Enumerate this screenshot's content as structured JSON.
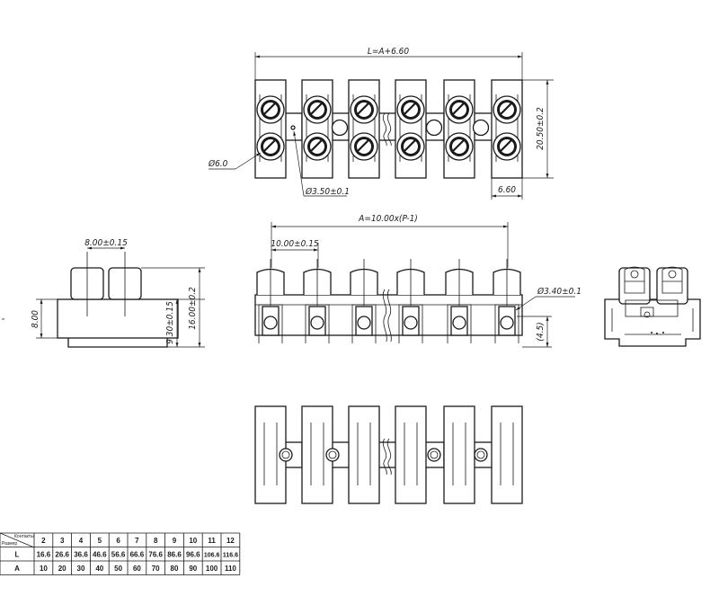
{
  "dimensions": {
    "overall_length": "L=A+6.60",
    "height_top": "20.50±0.2",
    "pitch_end": "6.60",
    "head_dia": "Ø6.0",
    "hole_dia": "Ø3.50±0.1",
    "total_span": "A=10.00x(P-1)",
    "pitch": "10.00±0.15",
    "screw_dia": "Ø3.40±0.1",
    "screw_height": "(4.5)",
    "side_width": "8.00±0.15",
    "side_base": "8.00",
    "side_mid": "9.30±0.15",
    "side_total": "16.00±0.2"
  },
  "table": {
    "corner_top": "Контакты",
    "corner_bottom": "Размер",
    "columns": [
      "2",
      "3",
      "4",
      "5",
      "6",
      "7",
      "8",
      "9",
      "10",
      "11",
      "12"
    ],
    "rows": [
      {
        "label": "L",
        "values": [
          "16.6",
          "26.6",
          "36.6",
          "46.6",
          "56.6",
          "66.6",
          "76.6",
          "86.6",
          "96.6",
          "106.6",
          "116.6"
        ]
      },
      {
        "label": "A",
        "values": [
          "10",
          "20",
          "30",
          "40",
          "50",
          "60",
          "70",
          "80",
          "90",
          "100",
          "110"
        ]
      }
    ]
  }
}
